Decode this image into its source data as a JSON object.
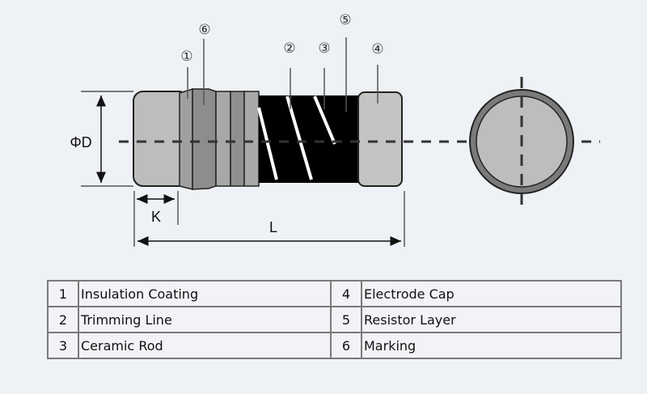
{
  "diagram": {
    "callouts": [
      "①",
      "②",
      "③",
      "④",
      "⑤",
      "⑥"
    ],
    "dimensions": {
      "diameter": "ΦD",
      "cap_length": "K",
      "length": "L"
    },
    "colors": {
      "body": "#000000",
      "cap": "#c2c2c2",
      "background": "#eef1f5"
    }
  },
  "legend": [
    {
      "num": "1",
      "label": "Insulation Coating",
      "num2": "4",
      "label2": "Electrode Cap"
    },
    {
      "num": "2",
      "label": "Trimming Line",
      "num2": "5",
      "label2": "Resistor Layer"
    },
    {
      "num": "3",
      "label": "Ceramic Rod",
      "num2": "6",
      "label2": "Marking"
    }
  ]
}
